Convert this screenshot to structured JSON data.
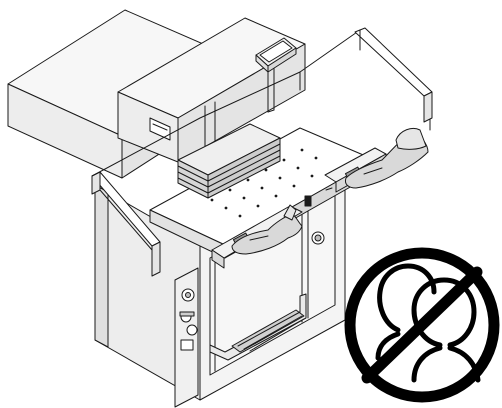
{
  "illustration": {
    "subject": "paper-cutting-machine",
    "view": "isometric-line-drawing",
    "colors": {
      "line": "#1a1a1a",
      "face_light": "#f7f7f7",
      "face_mid": "#ededed",
      "face_dark": "#dcdcdc",
      "paper": "#e2e2e2",
      "hand": "#d9d9d9",
      "glove": "#e6e6e6",
      "prohibition": "#000000"
    },
    "parts": {
      "control_panel": "touch-screen-panel",
      "paper_stack": "paper-stack",
      "two_hand_controls": [
        "left-two-hand-button",
        "right-two-hand-button"
      ],
      "foot_pedal": "foot-pedal",
      "main_switch": "rotary-main-switch"
    }
  },
  "warning_sign": {
    "symbol": "prohibition-sign",
    "meaning_icon": "two-persons-icon"
  }
}
